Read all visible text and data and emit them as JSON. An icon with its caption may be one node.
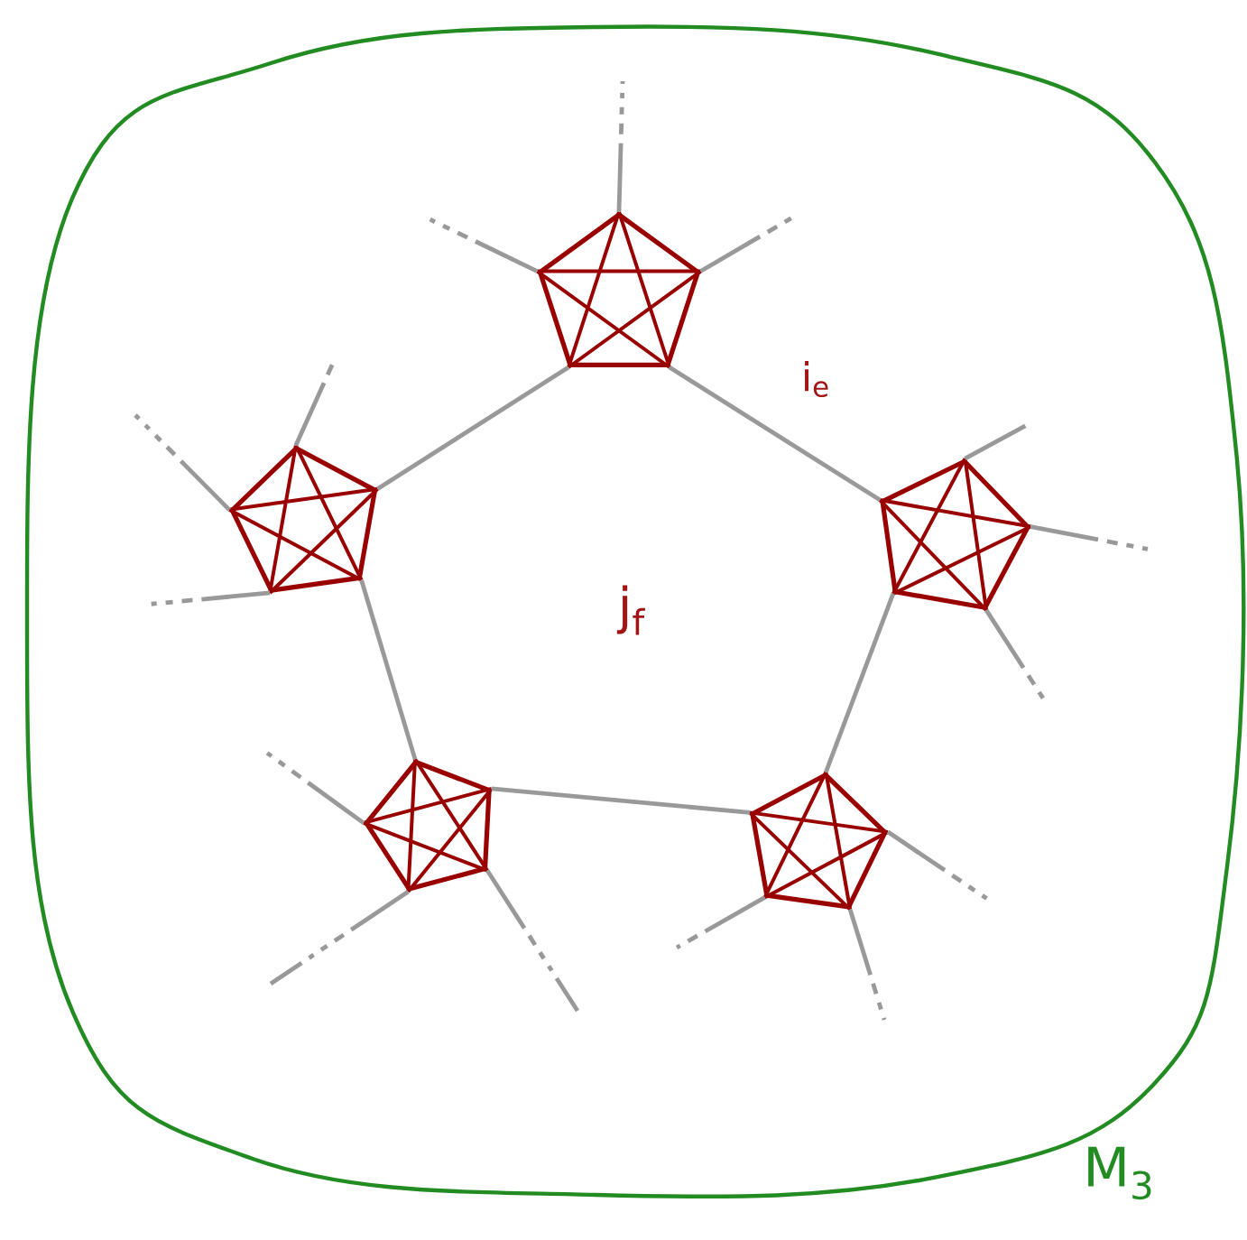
{
  "diagram": {
    "nodes": [
      {
        "text": [
          "M$_{3}$"
        ]
      },
      {
        "text": [],
        "shape": "pentagon",
        "in": 0
      },
      {
        "text": [],
        "shape": "pentagon",
        "in": 0
      },
      {
        "text": [],
        "shape": "pentagon",
        "in": 0
      },
      {
        "text": [],
        "shape": "pentagon",
        "in": 0
      },
      {
        "text": [],
        "shape": "pentagon",
        "in": 0
      }
    ],
    "edges": [
      {
        "from": 1,
        "to": 3,
        "arrow": "none",
        "label": "i$_{e}$"
      },
      {
        "from": 3,
        "to": 5,
        "arrow": "none"
      },
      {
        "from": 5,
        "to": 4,
        "arrow": "none"
      },
      {
        "from": 4,
        "to": 2,
        "arrow": "none"
      },
      {
        "from": 2,
        "to": 1,
        "arrow": "none"
      },
      {
        "from": 1,
        "to": null,
        "arrow": "none",
        "style": "dashed"
      },
      {
        "from": 1,
        "to": null,
        "arrow": "none",
        "style": "dashed"
      },
      {
        "from": 1,
        "to": null,
        "arrow": "none",
        "style": "dashed"
      },
      {
        "from": 2,
        "to": null,
        "arrow": "none",
        "style": "dashed"
      },
      {
        "from": 2,
        "to": null,
        "arrow": "none",
        "style": "dashed"
      },
      {
        "from": 2,
        "to": null,
        "arrow": "none",
        "style": "dashed"
      },
      {
        "from": 3,
        "to": null,
        "arrow": "none",
        "style": "dashed"
      },
      {
        "from": 3,
        "to": null,
        "arrow": "none",
        "style": "dashed"
      },
      {
        "from": 3,
        "to": null,
        "arrow": "none",
        "style": "dashed"
      },
      {
        "from": 4,
        "to": null,
        "arrow": "none",
        "style": "dashed"
      },
      {
        "from": 4,
        "to": null,
        "arrow": "none",
        "style": "dashed"
      },
      {
        "from": 4,
        "to": null,
        "arrow": "none",
        "style": "dashed"
      },
      {
        "from": 5,
        "to": null,
        "arrow": "none",
        "style": "dashed"
      },
      {
        "from": 5,
        "to": null,
        "arrow": "none",
        "style": "dashed"
      },
      {
        "from": 5,
        "to": null,
        "arrow": "none",
        "style": "dashed"
      }
    ],
    "labels": [
      "j$_{f}$"
    ]
  }
}
